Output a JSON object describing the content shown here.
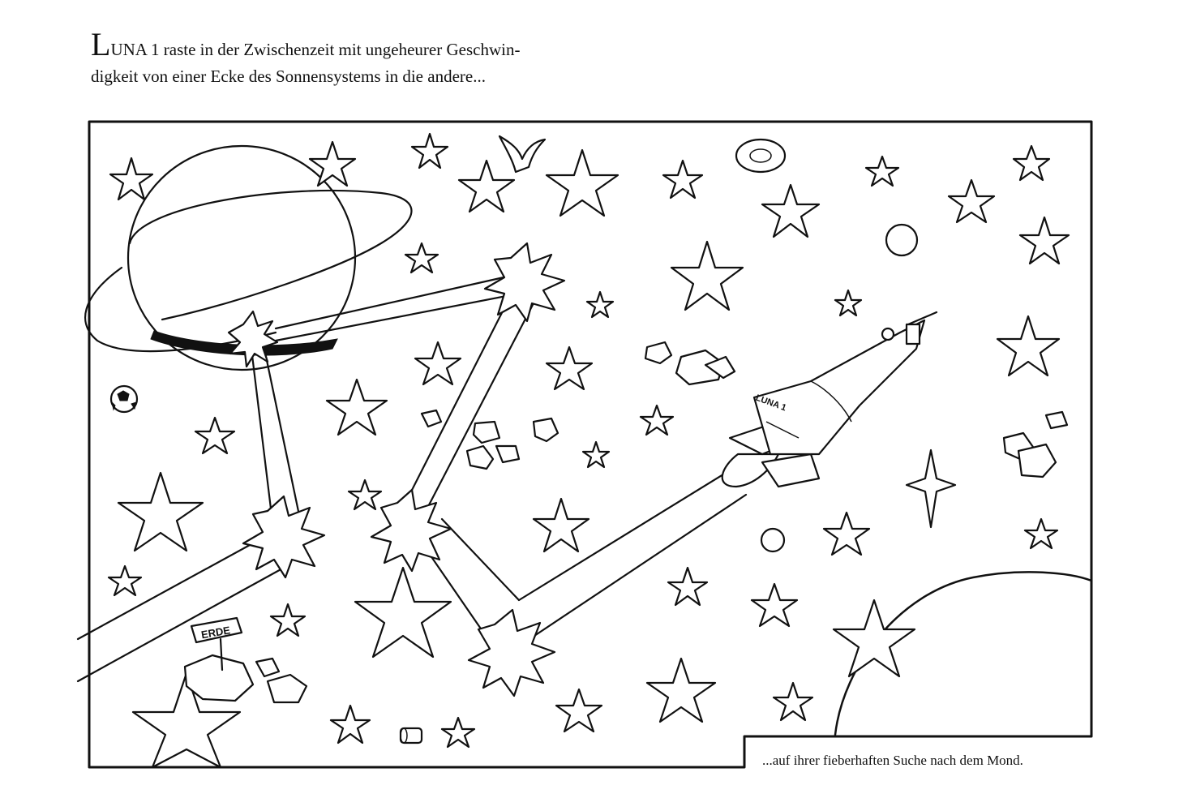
{
  "caption": {
    "dropcap": "L",
    "title_caps": "UNA",
    "line1_rest": " 1 raste in der Zwischenzeit mit ungeheurer Geschwin-",
    "line2": "digkeit  von einer Ecke des Sonnensystems in die andere..."
  },
  "end_caption": "...auf ihrer fieberhaften Suche nach dem Mond.",
  "illustration": {
    "sign_label": "ERDE",
    "rocket_label": "LUNA 1"
  },
  "icons": {
    "planet": "ringed-planet",
    "moon": "moon-arc",
    "rocket": "rocket",
    "stars": "star",
    "asteroids": "asteroid",
    "tire": "tire",
    "banana": "banana-peel",
    "ball": "soccer-ball",
    "can": "tin-can"
  }
}
